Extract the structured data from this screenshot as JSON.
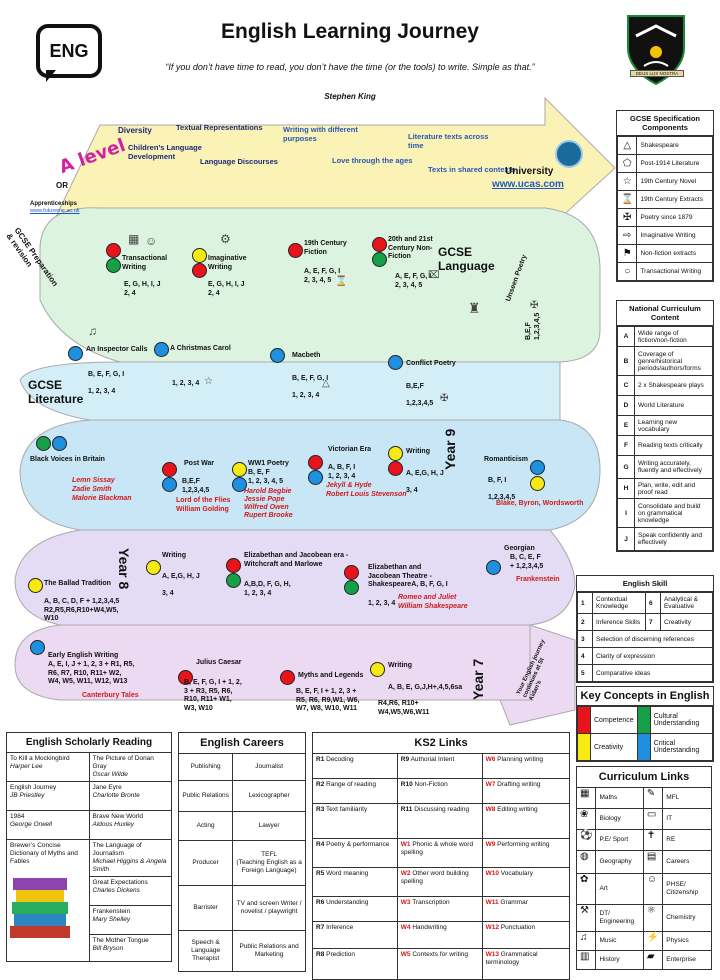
{
  "header": {
    "badge": "ENG",
    "title": "English Learning Journey",
    "quote": "“If you don’t have time to read, you don’t have the time (or the tools) to write. Simple as that.”",
    "author": "Stephen King",
    "crest_motto": "DEUS LUX NOSTRA"
  },
  "colors": {
    "alevel": "#fbf3b5",
    "gcse": "#d6f2e4",
    "gcse_lit": "#d4eef8",
    "y9": "#c8e6f6",
    "y8": "#e4dbf4",
    "y7": "#ecd9f2",
    "arrow": "#f5e7a4"
  },
  "alevel": {
    "label": "A level",
    "or": "OR",
    "apprenticeships": "Apprenticeships",
    "apprenticeships_url": "www.futureme.ac.uk",
    "items": [
      "Diversity",
      "Textual Representations",
      "Children’s Language Development",
      "Language Discourses"
    ],
    "blue_items": [
      "Writing with different purposes",
      "Literature texts across time",
      "Love through the ages",
      "Texts in shared contexts"
    ],
    "university": "University",
    "university_url": "www.ucas.com"
  },
  "gcse_lang": {
    "prep": "GCSE Preparation & revision",
    "label": "GCSE Language",
    "units": [
      {
        "name": "Transactional Writing",
        "codes": "E, G, H, I, J\n2, 4"
      },
      {
        "name": "Imaginative Writing",
        "codes": "E, G, H, I, J\n2, 4"
      },
      {
        "name": "19th Century Fiction",
        "codes": "A, E, F, G, I\n2, 3, 4, 5"
      },
      {
        "name": "20th and 21st Century Non-Fiction",
        "codes": "A, E, F, G, I\n2, 3, 4, 5"
      },
      {
        "name": "Unseen Poetry",
        "codes": "B,E,F\n1,2,3,4,5"
      }
    ]
  },
  "gcse_lit": {
    "label": "GCSE Literature",
    "units": [
      {
        "name": "An Inspector Calls",
        "codes": "B, E, F, G, I\n1, 2, 3, 4"
      },
      {
        "name": "A Christmas Carol",
        "codes": "1, 2, 3, 4"
      },
      {
        "name": "Macbeth",
        "codes": "B, E, F, G, I\n1, 2, 3, 4"
      },
      {
        "name": "Conflict Poetry",
        "codes": "B,E,F\n1,2,3,4,5"
      }
    ]
  },
  "year9": {
    "label": "Year 9",
    "units": [
      {
        "name": "Black Voices in Britain",
        "texts": "Lemn Sissay\nZadie Smith\nMalorie Blackman"
      },
      {
        "name": "Post War",
        "codes": "B,E,F\n1,2,3,4,5",
        "texts": "Lord of the Flies\nWilliam Golding"
      },
      {
        "name": "WW1 Poetry",
        "codes": "B, E, F\n1, 2, 3, 4, 5",
        "texts": "Harold Begbie\nJessie Pope\nWilfred Owen\nRupert Brooke"
      },
      {
        "name": "Victorian Era",
        "codes": "A, B, F, I\n1, 2, 3, 4",
        "texts": "Jekyll & Hyde\nRobert Louis Stevenson"
      },
      {
        "name": "Writing",
        "codes": "A, E,G, H, J\n3, 4"
      },
      {
        "name": "Romanticism",
        "codes": "B, F, I\n1,2,3,4,5",
        "texts": "Blake, Byron, Wordsworth"
      }
    ]
  },
  "year8": {
    "label": "Year 8",
    "units": [
      {
        "name": "The Ballad Tradition",
        "codes": "A, B, C, D, F + 1,2,3,4,5\nR2,R5,R6,R10+W4,W5,\nW10"
      },
      {
        "name": "Writing",
        "codes": "A, E,G, H, J\n3, 4"
      },
      {
        "name": "Elizabethan and Jacobean era - Witchcraft and Marlowe",
        "codes": "A,B,D, F, G, H,\n1, 2, 3, 4"
      },
      {
        "name": "Elizabethan and Jacobean Theatre - ShakespeareA, B, F, G, I",
        "codes": "1, 2, 3, 4",
        "texts": "Romeo and Juliet\nWilliam Shakespeare"
      },
      {
        "name": "Georgian",
        "codes": "B, C, E, F\n+ 1,2,3,4,5",
        "texts": "Frankenstein"
      }
    ]
  },
  "year7": {
    "label": "Year 7",
    "continue": "Your English journey continues at St Aidan’s",
    "units": [
      {
        "name": "Early English Writing",
        "codes": "A, E, I, J + 1, 2, 3 + R1, R5,\nR6, R7, R10, R11+ W2,\nW4, W5, W11, W12, W13",
        "texts": "Canterbury Tales"
      },
      {
        "name": "Julius Caesar",
        "codes": "B, E, F, G, I + 1, 2,\n3 + R3, R5, R6,\nR10, R11+ W1,\nW3, W10"
      },
      {
        "name": "Myths and Legends",
        "codes": "B, E, F, I + 1, 2, 3 +\nR5, R6, R9,W1, W6,\nW7, W8, W10, W11"
      },
      {
        "name": "Writing",
        "codes": "A, B, E, G,J,H+,4,5,6sa",
        "extra": "R4,R6, R10+\nW4,W5,W6,W11"
      }
    ]
  },
  "gcse_spec": {
    "title": "GCSE Specification Components",
    "items": [
      {
        "icon": "triangle-icon",
        "label": "Shakespeare"
      },
      {
        "icon": "pentagon-icon",
        "label": "Post-1914 Literature"
      },
      {
        "icon": "star-icon",
        "label": "19th Century Novel"
      },
      {
        "icon": "hourglass-icon",
        "label": "19th Century Extracts"
      },
      {
        "icon": "cross-icon",
        "label": "Poetry since 1879"
      },
      {
        "icon": "arrow-icon",
        "label": "Imaginative Writing"
      },
      {
        "icon": "flag-icon",
        "label": "Non-fiction extracts"
      },
      {
        "icon": "circle-icon",
        "label": "Transactional Writing"
      }
    ]
  },
  "national": {
    "title": "National Curriculum Content",
    "items": [
      {
        "k": "A",
        "v": "Wide range of fiction/non-fiction"
      },
      {
        "k": "B",
        "v": "Coverage of genre/historical periods/authors/forms"
      },
      {
        "k": "C",
        "v": "2 x Shakespeare plays"
      },
      {
        "k": "D",
        "v": "World Literature"
      },
      {
        "k": "E",
        "v": "Learning new vocabulary"
      },
      {
        "k": "F",
        "v": "Reading texts critically"
      },
      {
        "k": "G",
        "v": "Writing accurately, fluently and effectively"
      },
      {
        "k": "H",
        "v": "Plan, write, edit and proof read"
      },
      {
        "k": "I",
        "v": "Consolidate and build on grammatical knowledge"
      },
      {
        "k": "J",
        "v": "Speak confidently and effectively"
      }
    ]
  },
  "skill": {
    "title": "English Skill",
    "items": [
      {
        "k": "1",
        "v": "Contextual Knowledge",
        "k2": "6",
        "v2": "Analytical & Evaluative"
      },
      {
        "k": "2",
        "v": "Inference Skills",
        "k2": "7",
        "v2": "Creativity"
      },
      {
        "k": "3",
        "v": "Selection of discerning references"
      },
      {
        "k": "4",
        "v": "Clarity of expression"
      },
      {
        "k": "5",
        "v": "Comparative ideas"
      }
    ]
  },
  "key_concepts": {
    "title": "Key Concepts in English",
    "items": [
      {
        "color": "#e8141b",
        "label": "Competence"
      },
      {
        "color": "#15a047",
        "label": "Cultural Understanding"
      },
      {
        "color": "#f6ea12",
        "label": "Creativity"
      },
      {
        "color": "#1f8fe0",
        "label": "Critical Understanding"
      }
    ]
  },
  "scholarly": {
    "title": "English Scholarly Reading",
    "rows": [
      {
        "a": "To Kill a Mockingbird",
        "aa": "Harper Lee",
        "b": "The Picture of Dorian Gray",
        "ba": "Oscar Wilde"
      },
      {
        "a": "English Journey",
        "aa": "JB Priestley",
        "b": "Jane Eyre",
        "ba": "Charlotte Bronte"
      },
      {
        "a": "1984",
        "aa": "George Orwell",
        "b": "Brave New World",
        "ba": "Aldous Huxley"
      },
      {
        "a": "Brewer’s Concise Dictionary of Myths and Fables",
        "aa": "",
        "b": "The Language of Journalism",
        "ba": "Michael Higgins & Angela Smith"
      },
      {
        "a": "",
        "aa": "",
        "b": "Great Expectations",
        "ba": "Charles Dickens"
      },
      {
        "a": "",
        "aa": "",
        "b": "Frankenstein",
        "ba": "Mary Shelley"
      },
      {
        "a": "",
        "aa": "",
        "b": "The Mother Tongue",
        "ba": "Bill Bryson"
      }
    ]
  },
  "careers": {
    "title": "English Careers",
    "rows": [
      {
        "a": "Publishing",
        "b": "Journalist"
      },
      {
        "a": "Public Relations",
        "b": "Lexicographer"
      },
      {
        "a": "Acting",
        "b": "Lawyer"
      },
      {
        "a": "Producer",
        "b": "TEFL\n(Teaching English as a Foreign Language)"
      },
      {
        "a": "Barrister",
        "b": "TV and screen Writer / novelist / playwright"
      },
      {
        "a": "Speech & Language Therapist",
        "b": "Public Relations and Marketing"
      }
    ]
  },
  "ks2": {
    "title": "KS2 Links",
    "rows": [
      {
        "a": "R1",
        "av": "Decoding",
        "b": "R9",
        "bv": "Authorial Intent",
        "c": "W6",
        "cv": "Planning writing"
      },
      {
        "a": "R2",
        "av": "Range of reading",
        "b": "R10",
        "bv": "Non-Fiction",
        "c": "W7",
        "cv": "Drafting writing"
      },
      {
        "a": "R3",
        "av": "Text familiarity",
        "b": "R11",
        "bv": "Discussing reading",
        "c": "W8",
        "cv": "Editing writing"
      },
      {
        "a": "R4",
        "av": "Poetry & performance",
        "b": "W1",
        "bv": "Phonic & whole word spelling",
        "c": "W9",
        "cv": "Performing writing"
      },
      {
        "a": "R5",
        "av": "Word meaning",
        "b": "W2",
        "bv": "Other word building spelling",
        "c": "W10",
        "cv": "Vocabulary"
      },
      {
        "a": "R6",
        "av": "Understanding",
        "b": "W3",
        "bv": "Transcription",
        "c": "W11",
        "cv": "Grammar"
      },
      {
        "a": "R7",
        "av": "Inference",
        "b": "W4",
        "bv": "Handwriting",
        "c": "W12",
        "cv": "Punctuation"
      },
      {
        "a": "R8",
        "av": "Prediction",
        "b": "W5",
        "bv": "Contexts for writing",
        "c": "W13",
        "cv": "Grammatical terminology"
      }
    ]
  },
  "curriculum": {
    "title": "Curriculum Links",
    "rows": [
      {
        "a": "Maths",
        "b": "MFL"
      },
      {
        "a": "Biology",
        "b": "IT"
      },
      {
        "a": "P.E/ Sport",
        "b": "RE"
      },
      {
        "a": "Geography",
        "b": "Careers"
      },
      {
        "a": "Art",
        "b": "PHSE/ Citizenship"
      },
      {
        "a": "DT/ Engineering",
        "b": "Chemistry"
      },
      {
        "a": "Music",
        "b": "Physics"
      },
      {
        "a": "History",
        "b": "Enterprise"
      }
    ]
  }
}
